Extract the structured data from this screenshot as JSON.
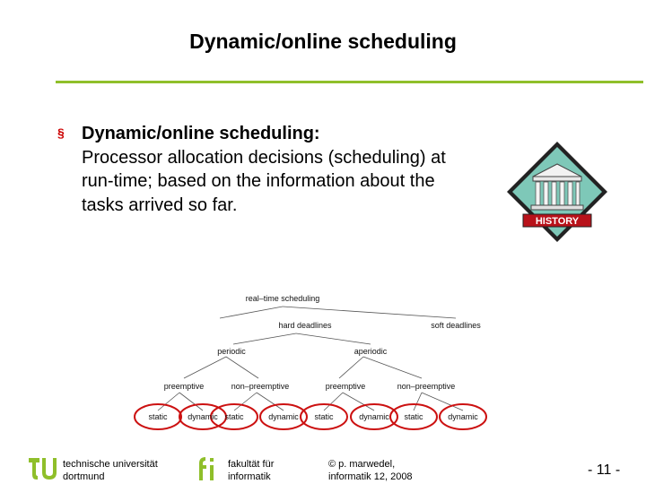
{
  "slide": {
    "title": "Dynamic/online scheduling",
    "accent_color": "#8fbf2a",
    "bullet": {
      "marker": "§",
      "lead": "Dynamic/online scheduling:",
      "body": "Processor allocation decisions (scheduling) at run-time; based on the information about the tasks arrived so far."
    },
    "badge": {
      "label": "HISTORY",
      "icon": "temple-icon"
    },
    "tree": {
      "root": "real–time scheduling",
      "level1": [
        "hard deadlines",
        "soft deadlines"
      ],
      "level2": [
        "periodic",
        "aperiodic"
      ],
      "level3": [
        "preemptive",
        "non–preemptive",
        "preemptive",
        "non–preemptive"
      ],
      "leaves": [
        "static",
        "dynamic",
        "static",
        "dynamic",
        "static",
        "dynamic",
        "static",
        "dynamic"
      ],
      "highlight_color": "#cc1111"
    }
  },
  "footer": {
    "university_line1": "technische universität",
    "university_line2": "dortmund",
    "faculty_line1": "fakultät für",
    "faculty_line2": "informatik",
    "author_line1": "© p. marwedel,",
    "author_line2": "informatik 12,  2008",
    "page": "- 11 -"
  }
}
